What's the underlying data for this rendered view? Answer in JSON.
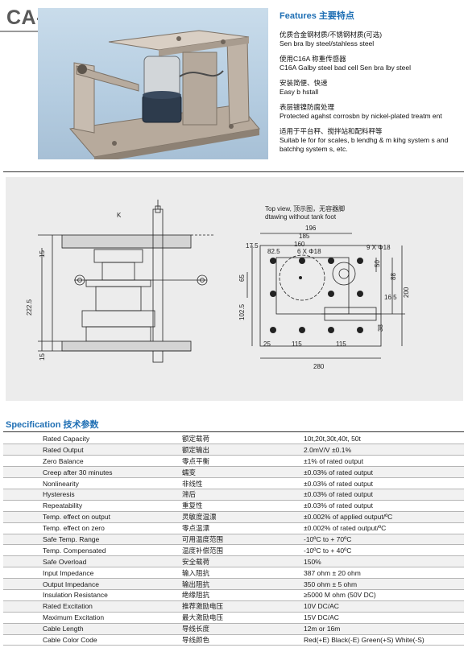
{
  "header": {
    "model": "CA-GW"
  },
  "features": {
    "heading": "Features 主要特点",
    "items": [
      {
        "zh": "优质合金钢材质/不锈钢材质(可选)",
        "en": "Sen bra lby steel/stahless steel"
      },
      {
        "zh": "使用C16A 称重传感器",
        "en": "C16A  Galby steel bad cell  Sen bra lby steel"
      },
      {
        "zh": "安装简便、快速",
        "en": "Easy b hstall"
      },
      {
        "zh": "表层镀镍防腐处理",
        "en": "Protected agahst corrosbn by nickel-plated treatm ent"
      },
      {
        "zh": "适用于平台秤、搅拌站和配料秤等",
        "en": "Suitab le for for scales, b lendhg &  m  kihg system s and batchhg system s, etc."
      }
    ]
  },
  "drawing": {
    "k_label": "K",
    "top_view_zh": "Top view, 顶示图，无容器脚",
    "top_view_en": "dtawing without tank foot",
    "left_dims": [
      "15",
      "222.5",
      "15"
    ],
    "top_dims": [
      "196",
      "185",
      "160",
      "82.5",
      "17.5",
      "6 X Φ18",
      "9 X Φ18",
      "50",
      "88",
      "200",
      "65",
      "102.5",
      "16.5",
      "38",
      "25",
      "115",
      "115",
      "280"
    ]
  },
  "spec": {
    "heading": "Specification 技术参数",
    "rows": [
      {
        "en": "Rated Capacity",
        "zh": "额定载荷",
        "val": "10t,20t,30t,40t, 50t"
      },
      {
        "en": "Rated Output",
        "zh": "额定输出",
        "val": "2.0mV/V ±0.1%"
      },
      {
        "en": "Zero Balance",
        "zh": "零点平衡",
        "val": "±1% of rated output"
      },
      {
        "en": "Creep after 30 minutes",
        "zh": "蠕变",
        "val": "±0.03% of rated output"
      },
      {
        "en": "Nonlinearity",
        "zh": "非线性",
        "val": "±0.03% of rated output"
      },
      {
        "en": "Hysteresis",
        "zh": "滞后",
        "val": "±0.03% of rated output"
      },
      {
        "en": "Repeatability",
        "zh": "重复性",
        "val": "±0.03% of rated output"
      },
      {
        "en": "Temp. effect on output",
        "zh": "灵敏度温漂",
        "val": "±0.002% of applied output/ºC"
      },
      {
        "en": "Temp. effect on zero",
        "zh": "零点温漂",
        "val": "±0.002% of rated output/ºC"
      },
      {
        "en": "Safe Temp. Range",
        "zh": "可用温度范围",
        "val": "-10ºC to + 70ºC"
      },
      {
        "en": "Temp. Compensated",
        "zh": "温度补偿范围",
        "val": "-10ºC to + 40ºC"
      },
      {
        "en": "Safe Overload",
        "zh": "安全载荷",
        "val": "150%"
      },
      {
        "en": "Input Impedance",
        "zh": "输入阻抗",
        "val": "387 ohm ± 20 ohm"
      },
      {
        "en": "Output Impedance",
        "zh": "输出阻抗",
        "val": "350 ohm ± 5 ohm"
      },
      {
        "en": "Insulation Resistance",
        "zh": "绝缘阻抗",
        "val": "≥5000 M ohm (50V DC)"
      },
      {
        "en": "Rated Excitation",
        "zh": "推荐激励电压",
        "val": "10V DC/AC"
      },
      {
        "en": "Maximum Excitation",
        "zh": "最大激励电压",
        "val": "15V DC/AC"
      },
      {
        "en": "Cable Length",
        "zh": "导线长度",
        "val": "12m or 16m"
      },
      {
        "en": "Cable Color Code",
        "zh": "导线颜色",
        "val": "Red(+E) Black(-E) Green(+S) White(-S)"
      }
    ]
  }
}
